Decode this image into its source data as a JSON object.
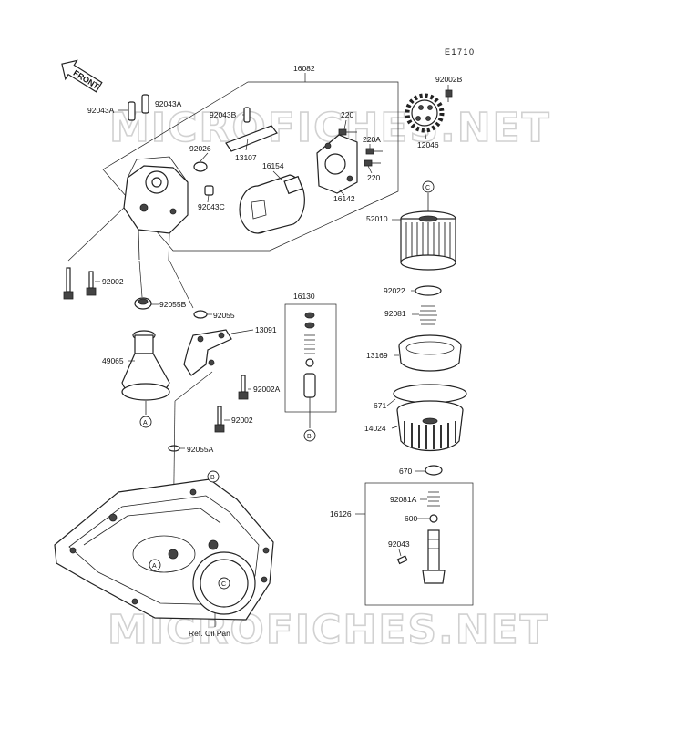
{
  "diagram": {
    "code": "E1710",
    "front_label": "FRONT",
    "watermark": "MICROFICHES.NET",
    "ref_label": "Ref. Oil Pan",
    "markers": {
      "a": "A",
      "b": "B",
      "c": "C"
    },
    "parts": {
      "p16082": "16082",
      "p92043A_1": "92043A",
      "p92043A_2": "92043A",
      "p92043B": "92043B",
      "p220_1": "220",
      "p220A": "220A",
      "p220_2": "220",
      "p92026": "92026",
      "p13107": "13107",
      "p16154": "16154",
      "p16142": "16142",
      "p92043C": "92043C",
      "p92002B": "92002B",
      "p12046": "12046",
      "p52010": "52010",
      "p92002_1": "92002",
      "p92055B": "92055B",
      "p92055": "92055",
      "p16130": "16130",
      "p13091": "13091",
      "p49065": "49065",
      "p92002A": "92002A",
      "p92002_2": "92002",
      "p92055A": "92055A",
      "p92022": "92022",
      "p92081": "92081",
      "p13169": "13169",
      "p671": "671",
      "p14024": "14024",
      "p670": "670",
      "p16126": "16126",
      "p92081A": "92081A",
      "p600": "600",
      "p92043": "92043"
    }
  }
}
